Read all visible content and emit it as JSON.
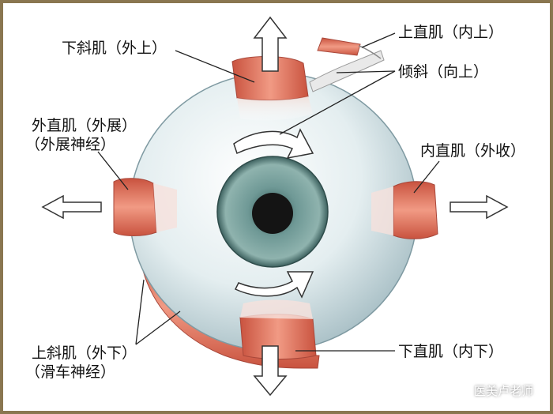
{
  "labels": {
    "inferior_oblique": "下斜肌（外上）",
    "superior_rectus": "上直肌（内上）",
    "tilt": "倾斜（向上）",
    "lateral_rectus_line1": "外直肌（外展）",
    "lateral_rectus_line2": "（外展神经）",
    "medial_rectus": "内直肌（外收）",
    "superior_oblique_line1": "上斜肌（外下）",
    "superior_oblique_line2": "（滑车神经）",
    "inferior_rectus": "下直肌（内下）"
  },
  "watermark": {
    "text": "医美卢老师",
    "icon": "wechat-icon"
  },
  "colors": {
    "frame": "#8a7650",
    "sclera": "#dce9ec",
    "iris": "#4f7a78",
    "pupil": "#141414",
    "muscle": "#e07a66",
    "arrow_stroke": "#333333"
  }
}
